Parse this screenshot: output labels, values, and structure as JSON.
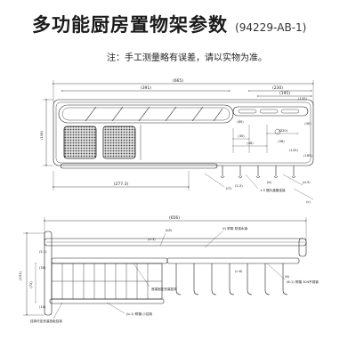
{
  "header": {
    "title": "多功能厨房置物架参数",
    "model_code": "(94229-AB-1)",
    "note": "注：手工测量略有误差，请以实物为准。"
  },
  "top_view": {
    "dims": {
      "overall_width": "(665)",
      "top_left_length": "(391)",
      "right_slot_width": "(230)",
      "right_inner": "(195)",
      "right_small": "(120)",
      "d80": "(80)",
      "d56": "(56)",
      "d46": "(46)",
      "d40": "(40)",
      "d30": "(30)",
      "d120b": "(120)",
      "d185": "(185)",
      "depth": "(108)",
      "bottom_left": "(277.3)",
      "hole_dia": "(Ø20)"
    },
    "callouts": {
      "c1": "(f7)",
      "c2": "(2-5)",
      "c3": "(b)",
      "c4": "1-5 捆头盖管连接",
      "c5": "(d-5)",
      "c6": "(c)"
    }
  },
  "front_view": {
    "dims": {
      "overall_width": "(656)",
      "height": "(151)",
      "left_side": "(72)",
      "left_step": "(5.1)",
      "left_a": "(30)",
      "left_b": "(10)"
    },
    "callouts": {
      "c1": "(b5)",
      "c2": "(f) 附带-防锈水销",
      "c3": "(d-3)",
      "c4": "(6)",
      "c5": "(c-6)",
      "c6": "底架固定安装挂钩",
      "c7": "(b-1) 附赠-小挂钩",
      "c8": "挂钩可定安装挡板挂钩",
      "c9": "(6-1) 附赠 304不锈钢"
    }
  }
}
